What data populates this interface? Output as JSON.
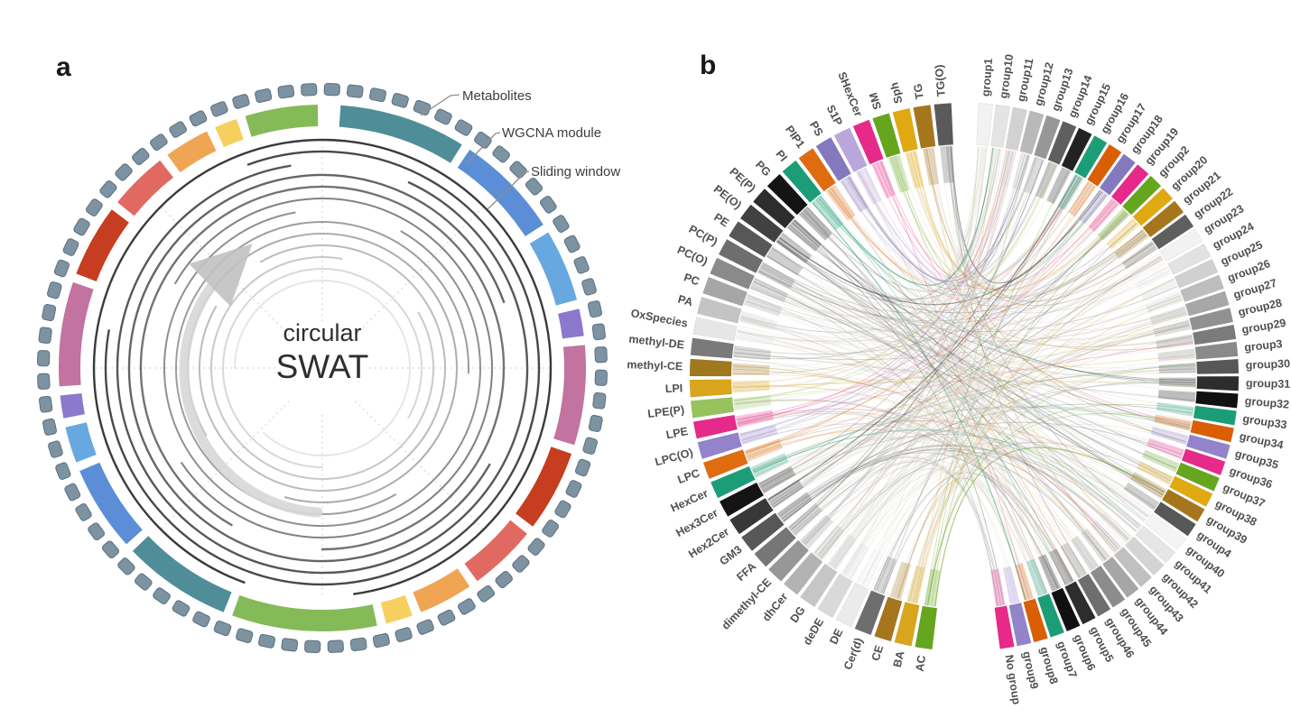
{
  "panels": {
    "a": {
      "label": "a",
      "center_title_line1": "circular",
      "center_title_line2": "SWAT",
      "annotations": [
        {
          "label": "Metabolites"
        },
        {
          "label": "WGCNA module"
        },
        {
          "label": "Sliding window"
        }
      ],
      "metabolite_ring": {
        "bead_count": 76,
        "bead_color": "#7d93a2",
        "bead_border": "#5a7080"
      },
      "module_segments": [
        {
          "start": 4,
          "end": 32,
          "color": "#4f8e99"
        },
        {
          "start": 34,
          "end": 57,
          "color": "#5b8ed6"
        },
        {
          "start": 59,
          "end": 75,
          "color": "#68a8e0"
        },
        {
          "start": 77,
          "end": 83,
          "color": "#8a79cc"
        },
        {
          "start": 85,
          "end": 107,
          "color": "#c2739f"
        },
        {
          "start": 109,
          "end": 127,
          "color": "#c63d20"
        },
        {
          "start": 129,
          "end": 144,
          "color": "#e06a62"
        },
        {
          "start": 146,
          "end": 158,
          "color": "#f0a555"
        },
        {
          "start": 160,
          "end": 166,
          "color": "#f7cf5f"
        },
        {
          "start": 168,
          "end": 200,
          "color": "#84bb58"
        },
        {
          "start": 202,
          "end": 226,
          "color": "#4f8e99"
        },
        {
          "start": 228,
          "end": 247,
          "color": "#5b8ed6"
        },
        {
          "start": 249,
          "end": 257,
          "color": "#68a8e0"
        },
        {
          "start": 259,
          "end": 264,
          "color": "#8a79cc"
        },
        {
          "start": 266,
          "end": 289,
          "color": "#c2739f"
        },
        {
          "start": 291,
          "end": 307,
          "color": "#c63d20"
        },
        {
          "start": 309,
          "end": 322,
          "color": "#e06a62"
        },
        {
          "start": 324,
          "end": 334,
          "color": "#f0a555"
        },
        {
          "start": 336,
          "end": 341,
          "color": "#f7cf5f"
        },
        {
          "start": 343,
          "end": 359,
          "color": "#84bb58"
        }
      ],
      "sliding_window": {
        "ring_count": 13,
        "outer_color": "#3a3a3a",
        "inner_color": "#e6e6e6"
      }
    },
    "b": {
      "label": "b",
      "lipid_classes": [
        {
          "name": "TG(O)",
          "color": "#5a5a5a"
        },
        {
          "name": "TG",
          "color": "#a6761d"
        },
        {
          "name": "Sph",
          "color": "#e0a912"
        },
        {
          "name": "SM",
          "color": "#66a61e"
        },
        {
          "name": "SHexCer",
          "color": "#e7298a"
        },
        {
          "name": "S1P",
          "color": "#b9a7dc"
        },
        {
          "name": "PS",
          "color": "#8478bf"
        },
        {
          "name": "PIP1",
          "color": "#e06c10"
        },
        {
          "name": "PI",
          "color": "#1b9e77"
        },
        {
          "name": "PG",
          "color": "#141414"
        },
        {
          "name": "PE(P)",
          "color": "#2d2d2d"
        },
        {
          "name": "PE(O)",
          "color": "#414141"
        },
        {
          "name": "PE",
          "color": "#575757"
        },
        {
          "name": "PC(P)",
          "color": "#6e6e6e"
        },
        {
          "name": "PC(O)",
          "color": "#8a8a8a"
        },
        {
          "name": "PC",
          "color": "#a6a6a6"
        },
        {
          "name": "PA",
          "color": "#c4c4c4"
        },
        {
          "name": "OxSpecies",
          "color": "#e6e6e6"
        },
        {
          "name": "methyl-DE",
          "color": "#7a7a7a"
        },
        {
          "name": "methyl-CE",
          "color": "#a0791e"
        },
        {
          "name": "LPI",
          "color": "#d9a51d"
        },
        {
          "name": "LPE(P)",
          "color": "#96c35e"
        },
        {
          "name": "LPE",
          "color": "#e7298a"
        },
        {
          "name": "LPC(O)",
          "color": "#9383cb"
        },
        {
          "name": "LPC",
          "color": "#e06c10"
        },
        {
          "name": "HexCer",
          "color": "#1b9e77"
        },
        {
          "name": "Hex3Cer",
          "color": "#141414"
        },
        {
          "name": "Hex2Cer",
          "color": "#383838"
        },
        {
          "name": "GM3",
          "color": "#575757"
        },
        {
          "name": "FFA",
          "color": "#767676"
        },
        {
          "name": "dimethyl-CE",
          "color": "#979797"
        },
        {
          "name": "dhCer",
          "color": "#b3b3b3"
        },
        {
          "name": "DG",
          "color": "#c6c6c6"
        },
        {
          "name": "deDE",
          "color": "#d9d9d9"
        },
        {
          "name": "DE",
          "color": "#ebebeb"
        },
        {
          "name": "Cer(d)",
          "color": "#6e6e6e"
        },
        {
          "name": "CE",
          "color": "#a6761d"
        },
        {
          "name": "BA",
          "color": "#d9a51d"
        },
        {
          "name": "AC",
          "color": "#66a61e"
        }
      ],
      "groups": [
        {
          "name": "group1",
          "color": "#f2f2f2"
        },
        {
          "name": "group10",
          "color": "#e4e4e4"
        },
        {
          "name": "group11",
          "color": "#d2d2d2"
        },
        {
          "name": "group12",
          "color": "#b9b9b9"
        },
        {
          "name": "group13",
          "color": "#979797"
        },
        {
          "name": "group14",
          "color": "#5f5f5f"
        },
        {
          "name": "group15",
          "color": "#222222"
        },
        {
          "name": "group16",
          "color": "#1b9e77"
        },
        {
          "name": "group17",
          "color": "#d95f02"
        },
        {
          "name": "group18",
          "color": "#8478bf"
        },
        {
          "name": "group19",
          "color": "#e7298a"
        },
        {
          "name": "group2",
          "color": "#66a61e"
        },
        {
          "name": "group20",
          "color": "#e0a912"
        },
        {
          "name": "group21",
          "color": "#a6761d"
        },
        {
          "name": "group22",
          "color": "#5f5f5f"
        },
        {
          "name": "group23",
          "color": "#f2f2f2"
        },
        {
          "name": "group24",
          "color": "#e2e2e2"
        },
        {
          "name": "group25",
          "color": "#d0d0d0"
        },
        {
          "name": "group26",
          "color": "#bdbdbd"
        },
        {
          "name": "group27",
          "color": "#a7a7a7"
        },
        {
          "name": "group28",
          "color": "#919191"
        },
        {
          "name": "group29",
          "color": "#7b7b7b"
        },
        {
          "name": "group3",
          "color": "#8a8a8a"
        },
        {
          "name": "group30",
          "color": "#575757"
        },
        {
          "name": "group31",
          "color": "#2d2d2d"
        },
        {
          "name": "group32",
          "color": "#111111"
        },
        {
          "name": "group33",
          "color": "#1b9e77"
        },
        {
          "name": "group34",
          "color": "#d95f02"
        },
        {
          "name": "group35",
          "color": "#9383cb"
        },
        {
          "name": "group36",
          "color": "#e7298a"
        },
        {
          "name": "group37",
          "color": "#66a61e"
        },
        {
          "name": "group38",
          "color": "#e0a912"
        },
        {
          "name": "group39",
          "color": "#a6761d"
        },
        {
          "name": "group4",
          "color": "#575757"
        },
        {
          "name": "group40",
          "color": "#f4f4f4"
        },
        {
          "name": "group41",
          "color": "#e6e6e6"
        },
        {
          "name": "group42",
          "color": "#d4d4d4"
        },
        {
          "name": "group43",
          "color": "#c0c0c0"
        },
        {
          "name": "group44",
          "color": "#a6a6a6"
        },
        {
          "name": "group45",
          "color": "#8c8c8c"
        },
        {
          "name": "group46",
          "color": "#6e6e6e"
        },
        {
          "name": "group5",
          "color": "#2d2d2d"
        },
        {
          "name": "group6",
          "color": "#111111"
        },
        {
          "name": "group7",
          "color": "#1b9e77"
        },
        {
          "name": "group8",
          "color": "#d95f02"
        },
        {
          "name": "group9",
          "color": "#9383cb"
        },
        {
          "name": "No group",
          "color": "#e7298a"
        }
      ]
    }
  },
  "chart_data": [
    {
      "type": "pie",
      "title": "circular SWAT",
      "subtitle": "schematic circular sliding-window analysis",
      "rings": [
        "Metabolites",
        "WGCNA module",
        "Sliding window"
      ],
      "metabolite_bead_count": 76,
      "wgcna_module_colors": [
        "#4f8e99",
        "#5b8ed6",
        "#68a8e0",
        "#8a79cc",
        "#c2739f",
        "#c63d20",
        "#e06a62",
        "#f0a555",
        "#f7cf5f",
        "#84bb58"
      ],
      "sliding_window_ring_count": 13,
      "legend_position": "top-right"
    },
    {
      "type": "chord",
      "title": "",
      "left_nodes": [
        "TG(O)",
        "TG",
        "Sph",
        "SM",
        "SHexCer",
        "S1P",
        "PS",
        "PIP1",
        "PI",
        "PG",
        "PE(P)",
        "PE(O)",
        "PE",
        "PC(P)",
        "PC(O)",
        "PC",
        "PA",
        "OxSpecies",
        "methyl-DE",
        "methyl-CE",
        "LPI",
        "LPE(P)",
        "LPE",
        "LPC(O)",
        "LPC",
        "HexCer",
        "Hex3Cer",
        "Hex2Cer",
        "GM3",
        "FFA",
        "dimethyl-CE",
        "dhCer",
        "DG",
        "deDE",
        "DE",
        "Cer(d)",
        "CE",
        "BA",
        "AC"
      ],
      "right_nodes": [
        "group1",
        "group10",
        "group11",
        "group12",
        "group13",
        "group14",
        "group15",
        "group16",
        "group17",
        "group18",
        "group19",
        "group2",
        "group20",
        "group21",
        "group22",
        "group23",
        "group24",
        "group25",
        "group26",
        "group27",
        "group28",
        "group29",
        "group3",
        "group30",
        "group31",
        "group32",
        "group33",
        "group34",
        "group35",
        "group36",
        "group37",
        "group38",
        "group39",
        "group4",
        "group40",
        "group41",
        "group42",
        "group43",
        "group44",
        "group45",
        "group46",
        "group5",
        "group6",
        "group7",
        "group8",
        "group9",
        "No group"
      ],
      "links": "dense many-to-many ribbons between lipid classes (left) and groups (right); individual link endpoints not resolvable at this resolution"
    }
  ]
}
